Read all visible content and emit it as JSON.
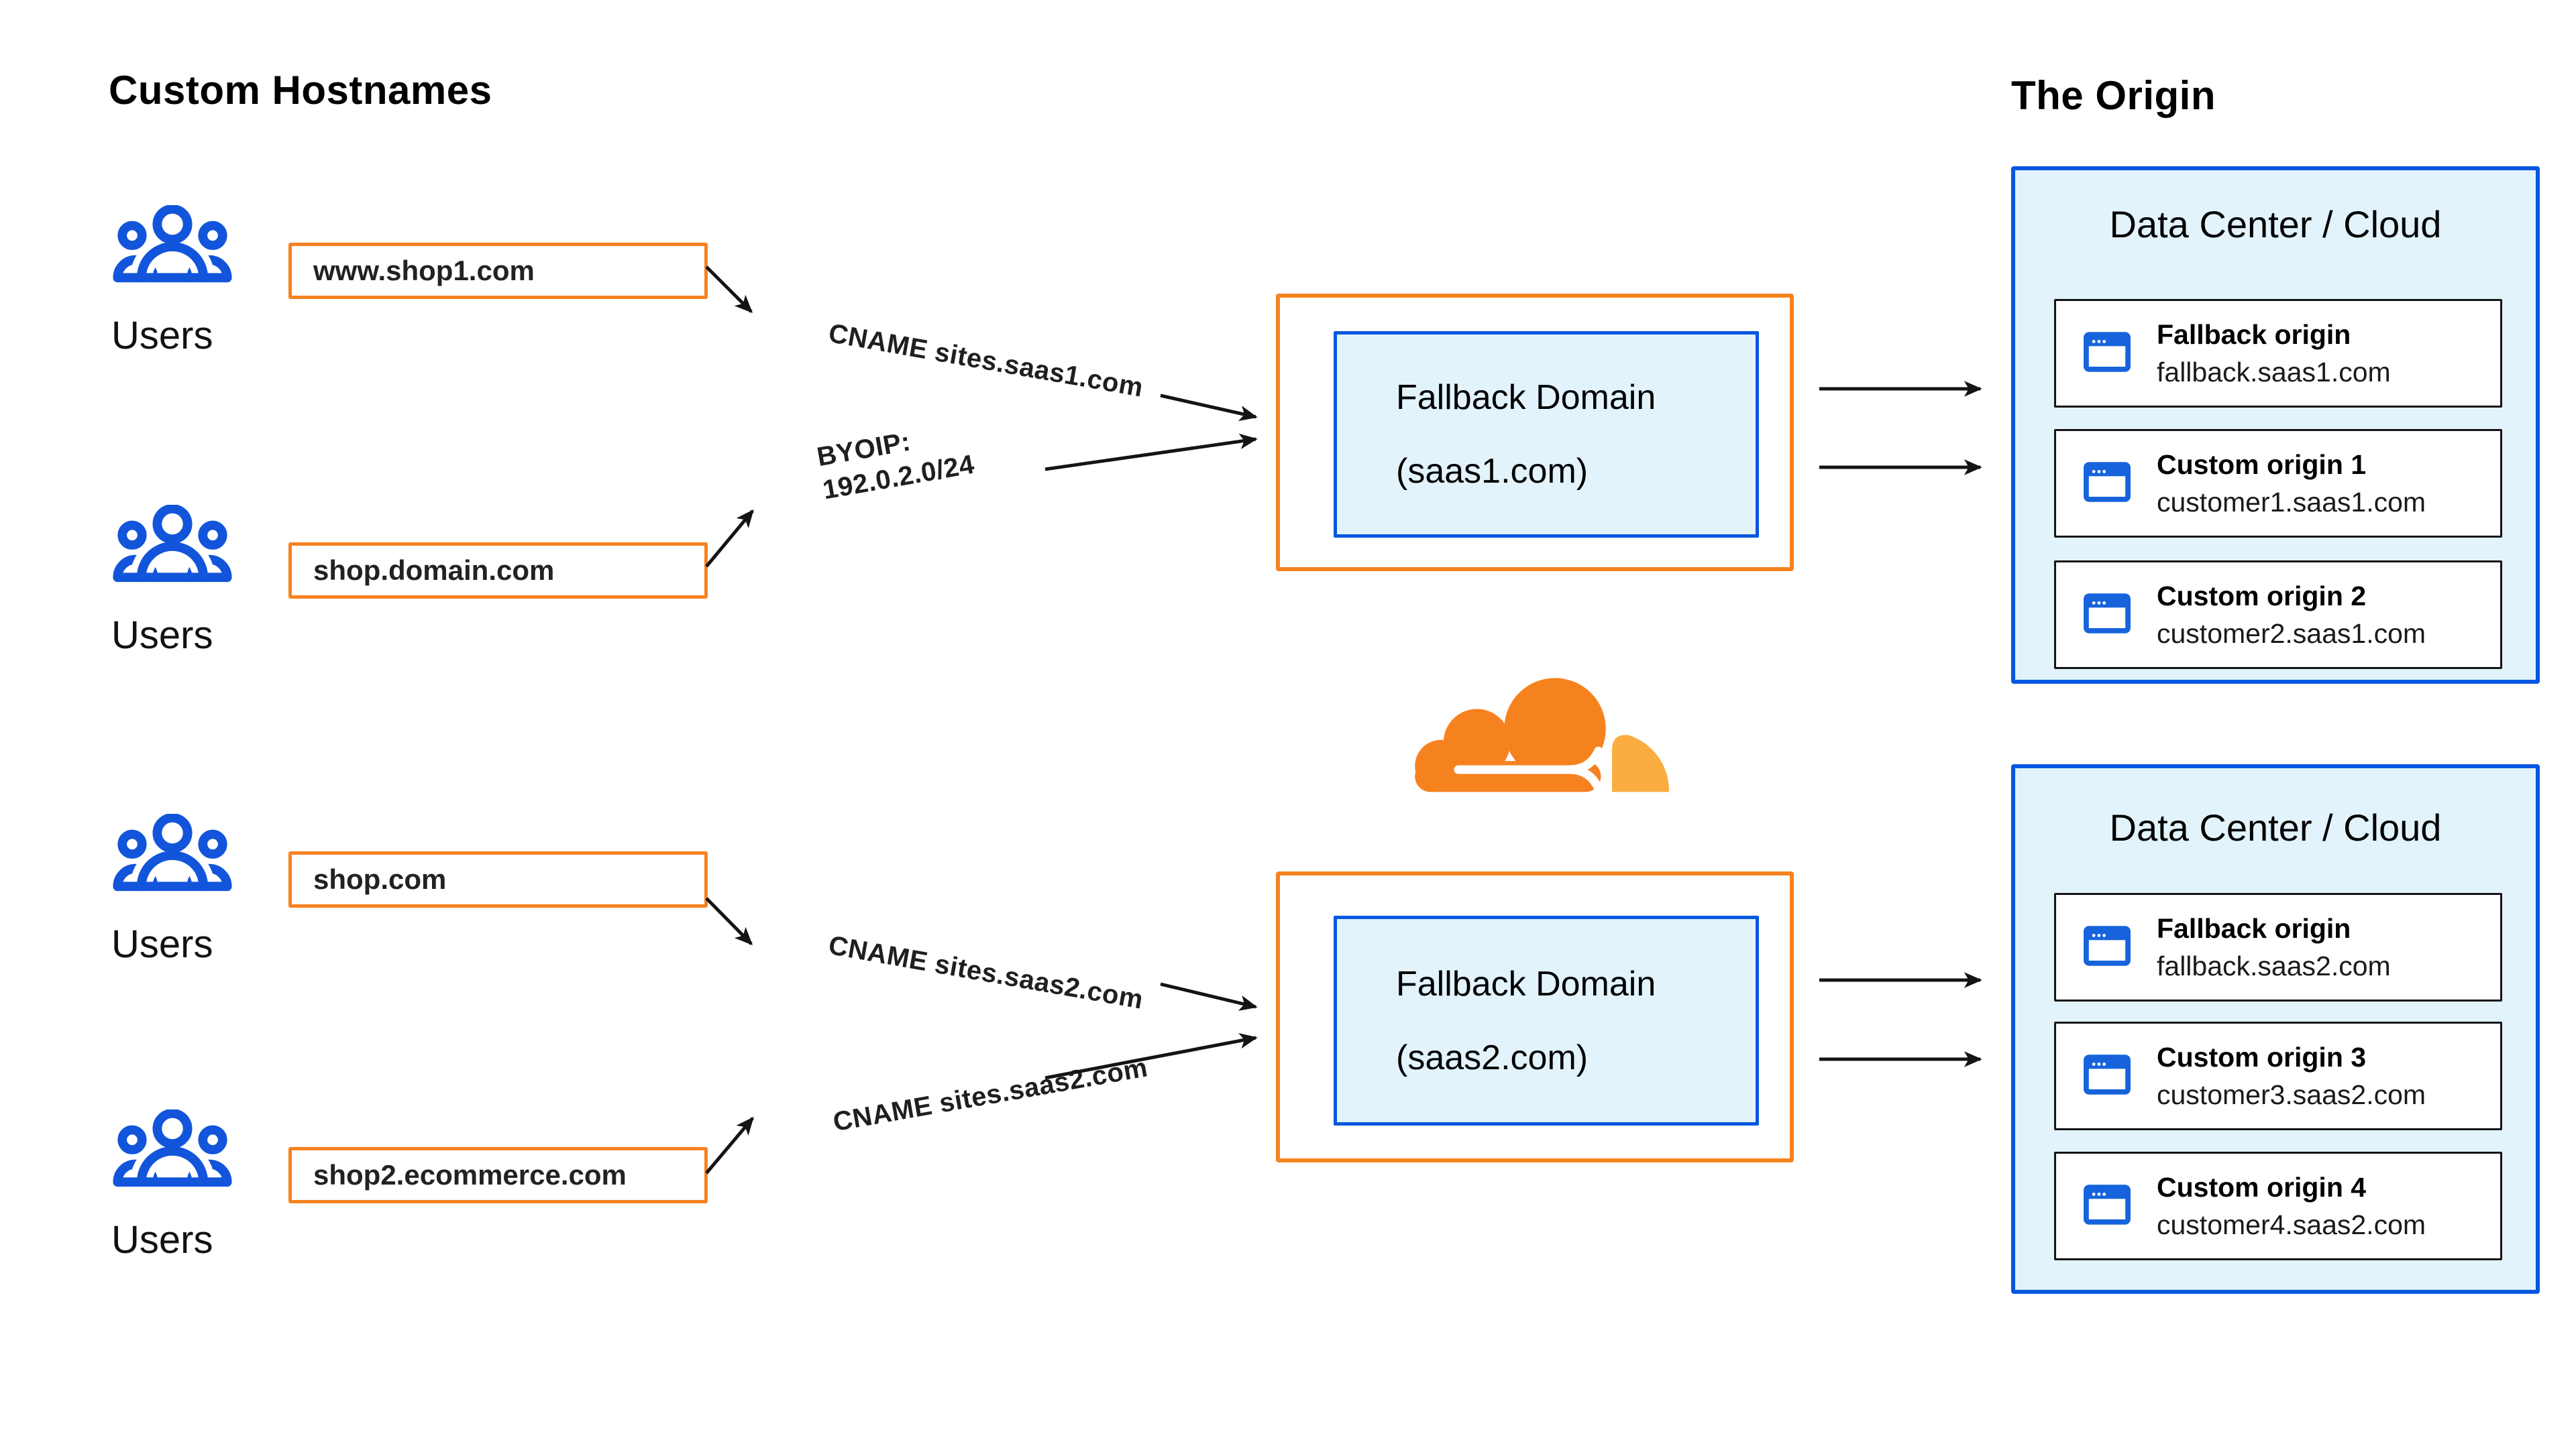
{
  "headings": {
    "custom_hostnames": "Custom Hostnames",
    "the_origin": "The Origin"
  },
  "user_groups": [
    {
      "label": "Users",
      "hostname": "www.shop1.com"
    },
    {
      "label": "Users",
      "hostname": "shop.domain.com"
    },
    {
      "label": "Users",
      "hostname": "shop.com"
    },
    {
      "label": "Users",
      "hostname": "shop2.ecommerce.com"
    }
  ],
  "route_labels": [
    {
      "text": "CNAME sites.saas1.com"
    },
    {
      "text": "BYOIP:\n192.0.2.0/24"
    },
    {
      "text": "CNAME sites.saas2.com"
    },
    {
      "text": "CNAME sites.saas2.com"
    }
  ],
  "fallback_domains": [
    {
      "title": "Fallback Domain",
      "domain": "(saas1.com)"
    },
    {
      "title": "Fallback Domain",
      "domain": "(saas2.com)"
    }
  ],
  "data_centers": [
    {
      "title": "Data Center / Cloud",
      "origins": [
        {
          "name": "Fallback origin",
          "host": "fallback.saas1.com"
        },
        {
          "name": "Custom origin 1",
          "host": "customer1.saas1.com"
        },
        {
          "name": "Custom origin 2",
          "host": "customer2.saas1.com"
        }
      ]
    },
    {
      "title": "Data Center / Cloud",
      "origins": [
        {
          "name": "Fallback origin",
          "host": "fallback.saas2.com"
        },
        {
          "name": "Custom origin 3",
          "host": "customer3.saas2.com"
        },
        {
          "name": "Custom origin 4",
          "host": "customer4.saas2.com"
        }
      ]
    }
  ],
  "icons": {
    "users": "users-group-icon",
    "origin": "browser-window-icon",
    "logo": "cloudflare-logo"
  },
  "colors": {
    "orange": "#F6821F",
    "blue_border": "#0457E0",
    "light_blue_fill": "#E2F3FB",
    "icon_blue": "#1255DB",
    "logo_orange": "#F6821F",
    "logo_light_orange": "#FBAD41",
    "arrow": "#141414"
  }
}
